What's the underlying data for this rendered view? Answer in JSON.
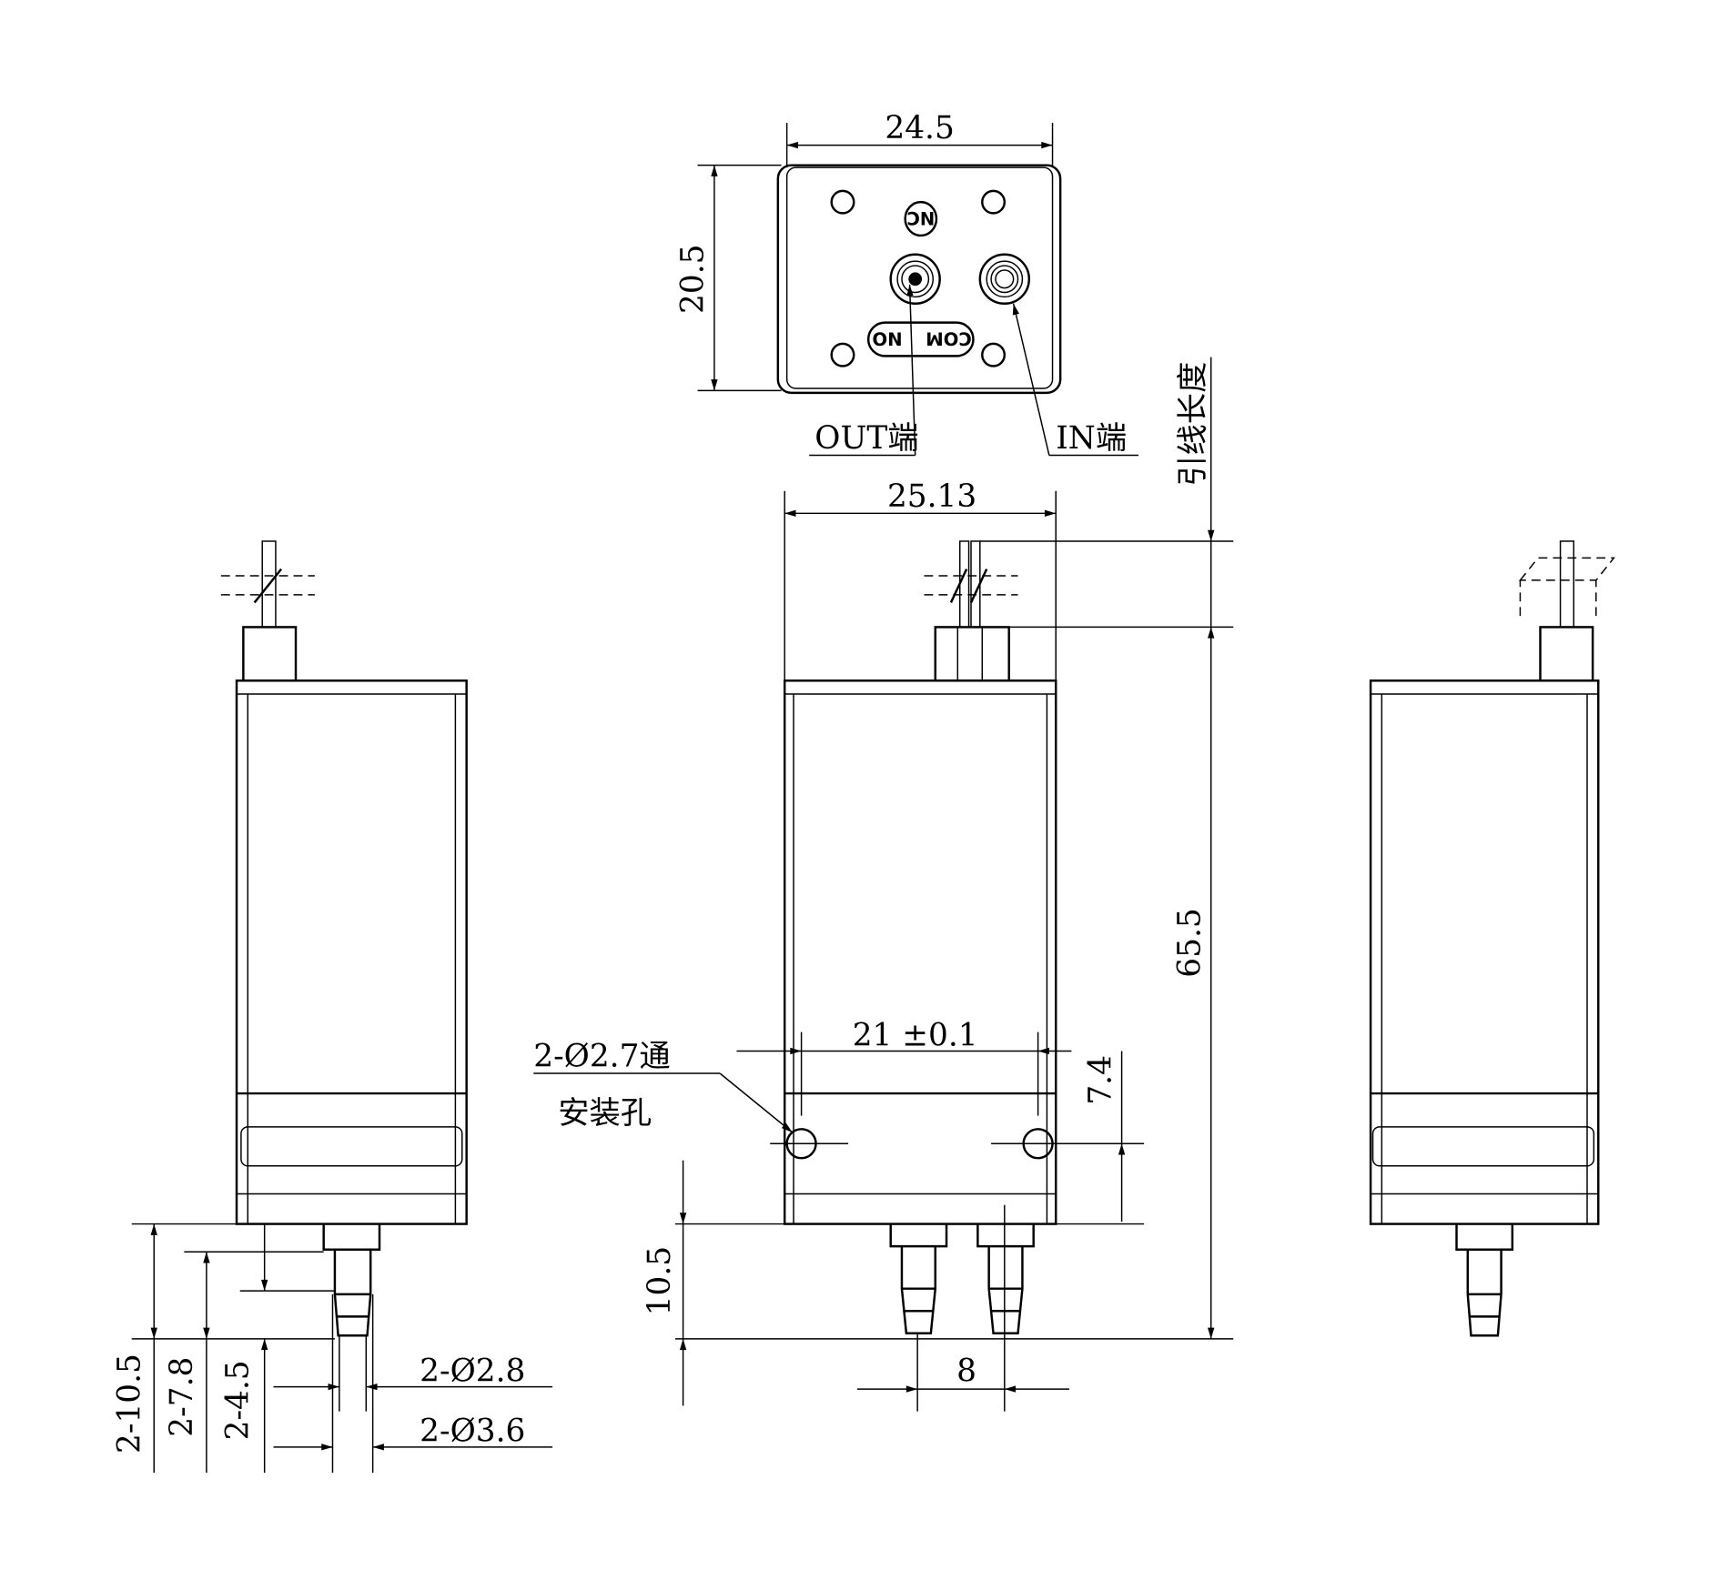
{
  "top_view": {
    "width_dim": "24.5",
    "height_dim": "20.5",
    "nc_label": "NC",
    "no_label": "NO",
    "com_label": "COM",
    "out_label": "OUT端",
    "in_label": "IN端"
  },
  "front_view": {
    "width_dim": "25.13",
    "lead_length_label": "引线长度",
    "height_dim": "65.5",
    "hole_spacing_dim": "21 ±0.1",
    "hole_offset_dim": "7.4",
    "hole_label": "2-Ø2.7通",
    "hole_label_2": "安装孔",
    "port_length_dim": "10.5",
    "port_spacing_dim": "8"
  },
  "side_view": {
    "dim_a": "2-10.5",
    "dim_b": "2-7.8",
    "dim_c": "2-4.5",
    "dia_inner": "2-Ø2.8",
    "dia_outer": "2-Ø3.6"
  }
}
